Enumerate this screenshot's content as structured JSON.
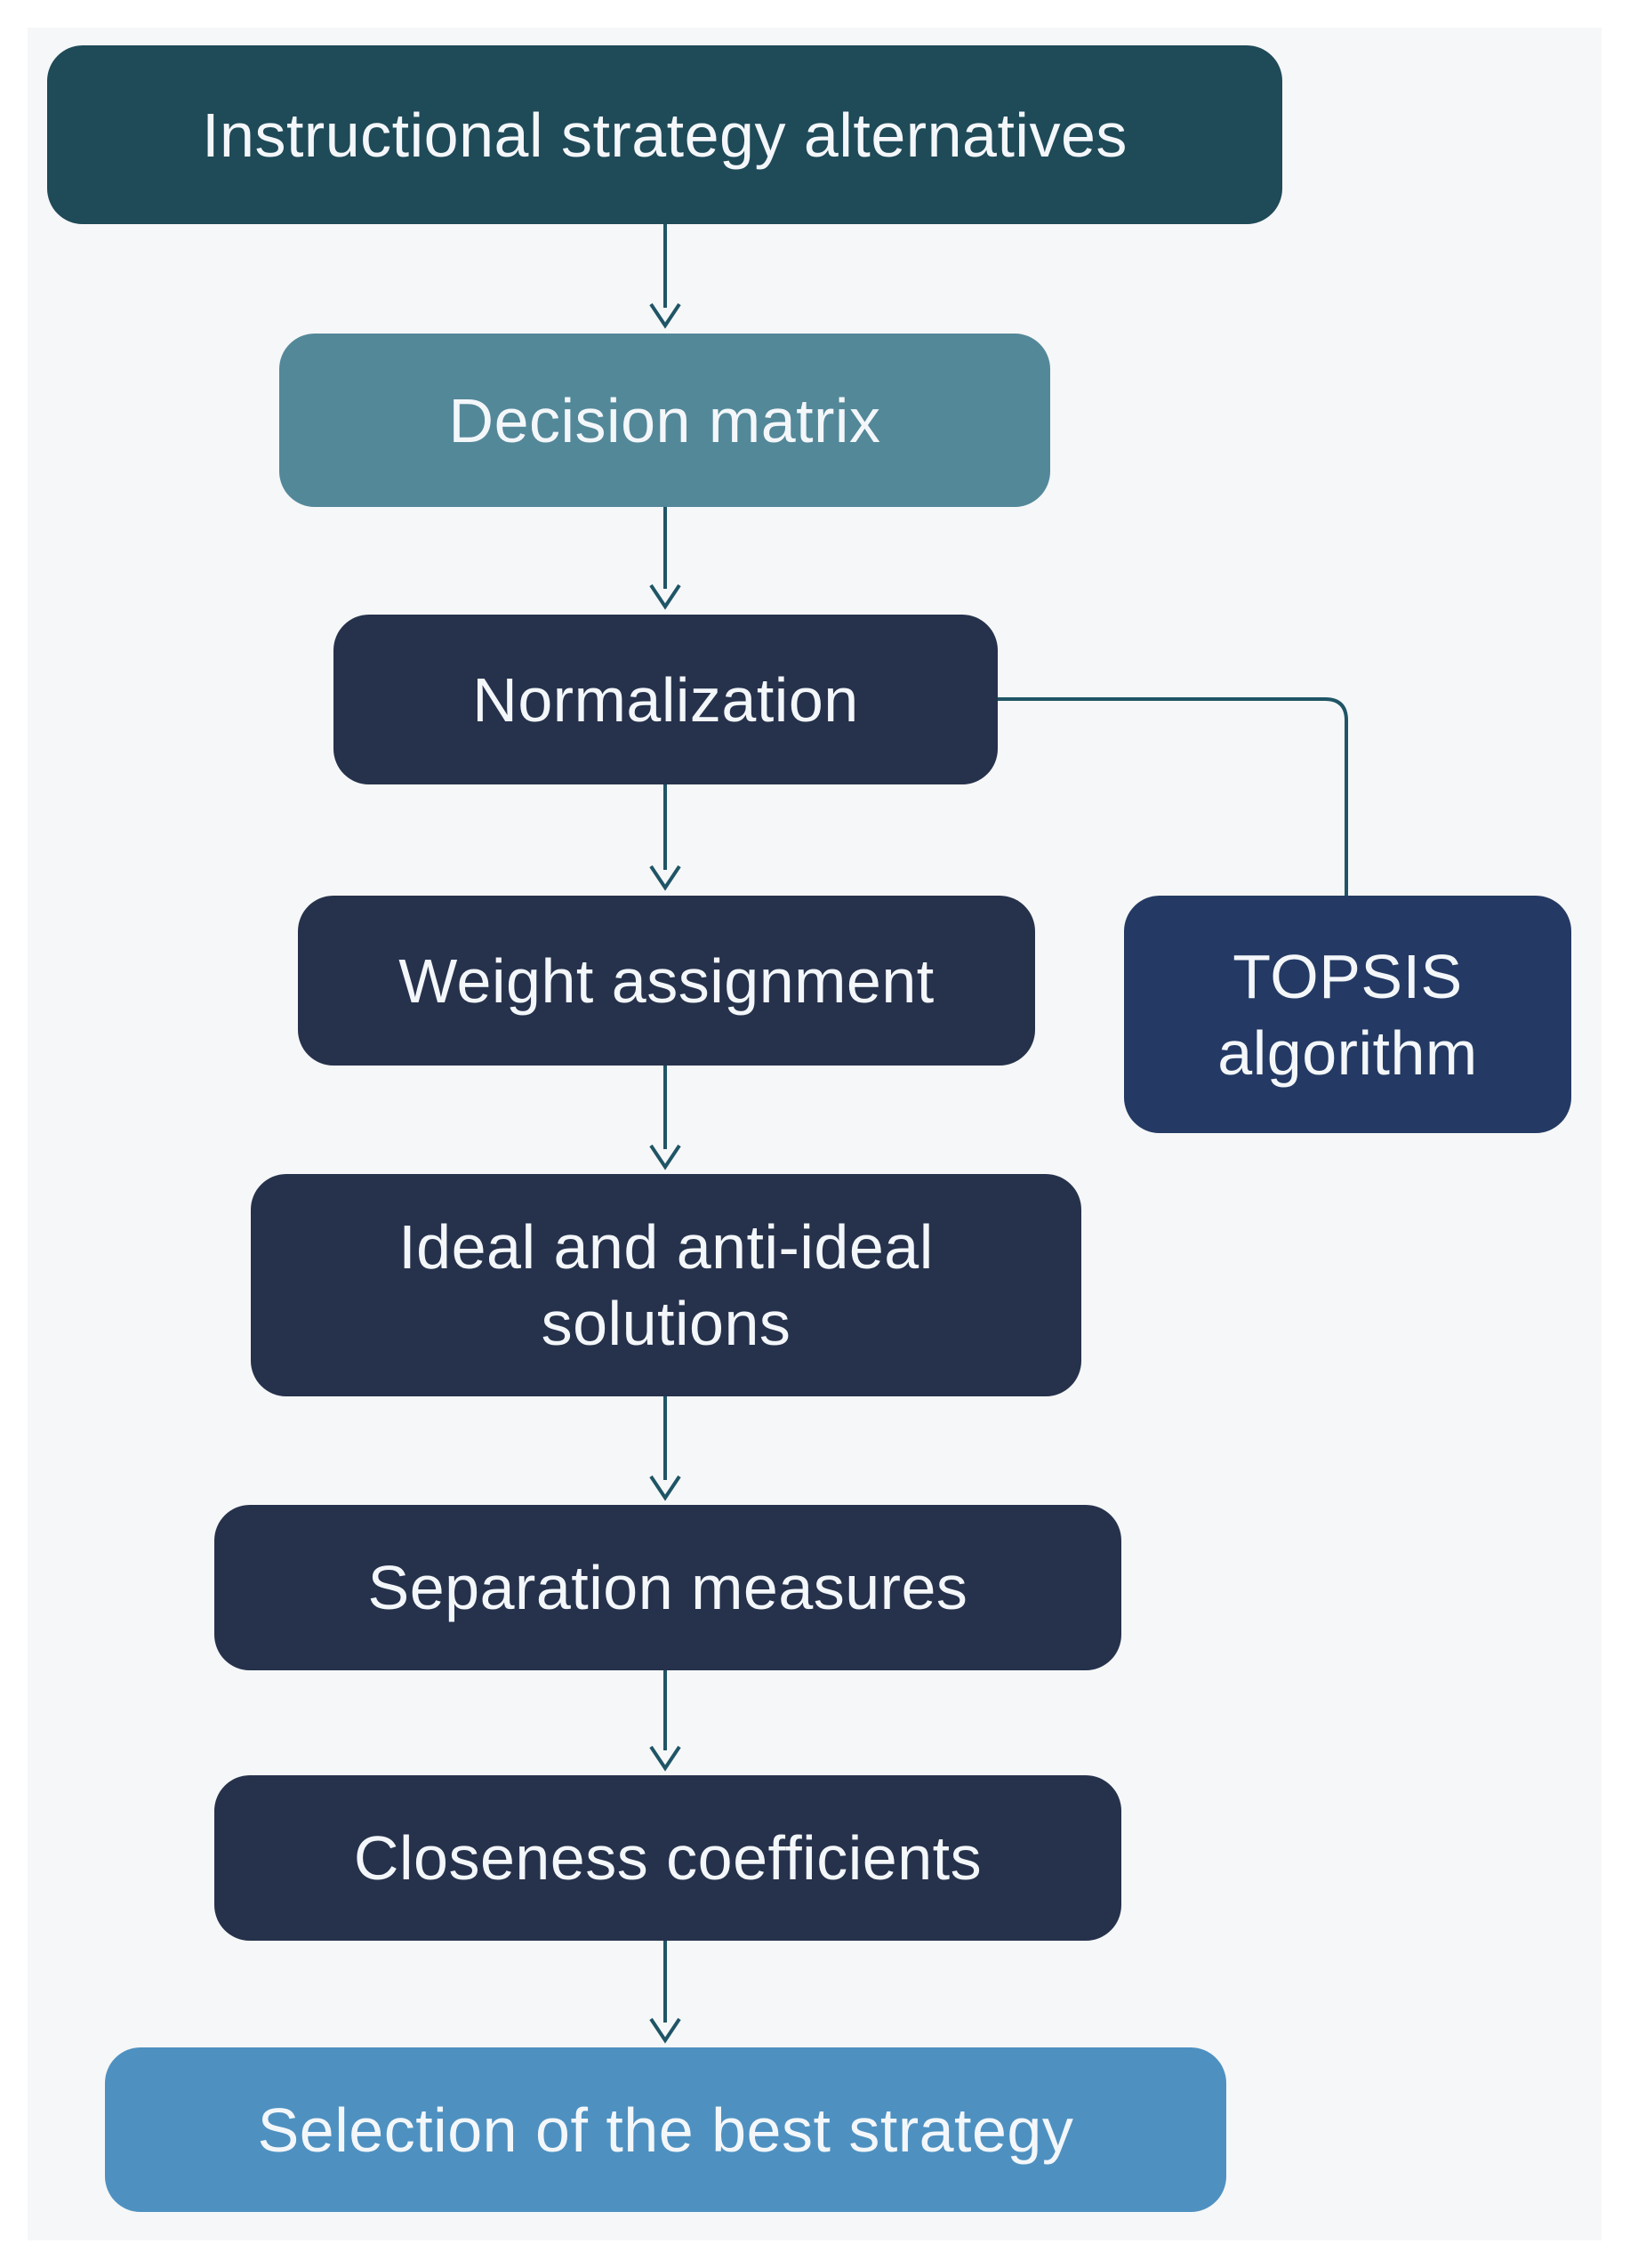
{
  "diagram": {
    "nodes": {
      "alternatives": "Instructional strategy alternatives",
      "decision_matrix": "Decision matrix",
      "normalization": "Normalization",
      "weight_assignment": "Weight assignment",
      "ideal_solutions": "Ideal and anti-ideal solutions",
      "separation_measures": "Separation measures",
      "closeness_coefficients": "Closeness coefficients",
      "selection": "Selection of the best strategy",
      "topsis": "TOPSIS algorithm"
    },
    "colors": {
      "connector": "#1f5566",
      "node_dark": "#26324c",
      "node_top": "#1f4a58",
      "node_matrix": "#538899",
      "node_topsis": "#243a64",
      "node_selection": "#4e91c1",
      "node_text": "#f4f7fa",
      "background": "#f6f7f8"
    }
  }
}
